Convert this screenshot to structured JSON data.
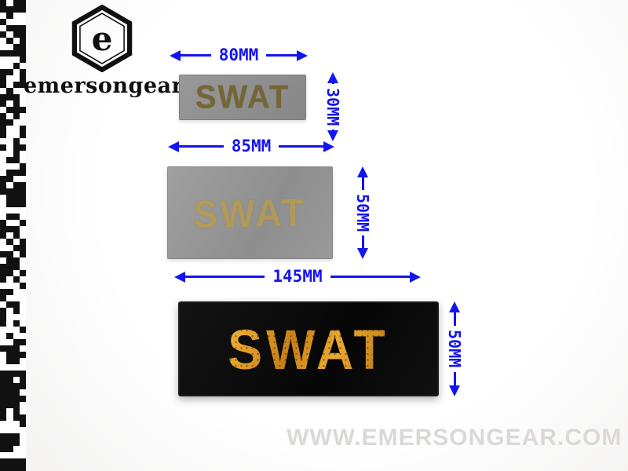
{
  "brand": {
    "logo_letter": "e",
    "name": "emersongear"
  },
  "watermark": "WWW.EMERSONGEAR.COM",
  "patches": [
    {
      "text": "SWAT",
      "width_label": "80MM",
      "height_label": "30MM"
    },
    {
      "text": "SWAT",
      "width_label": "85MM",
      "height_label": "50MM"
    },
    {
      "text": "SWAT",
      "width_label": "145MM",
      "height_label": "50MM"
    }
  ],
  "colors": {
    "dimension_blue": "#1414f0",
    "patch_gray": "#919191",
    "patch_black": "#0d0d0d",
    "reflective_orange": "#d8961c"
  }
}
